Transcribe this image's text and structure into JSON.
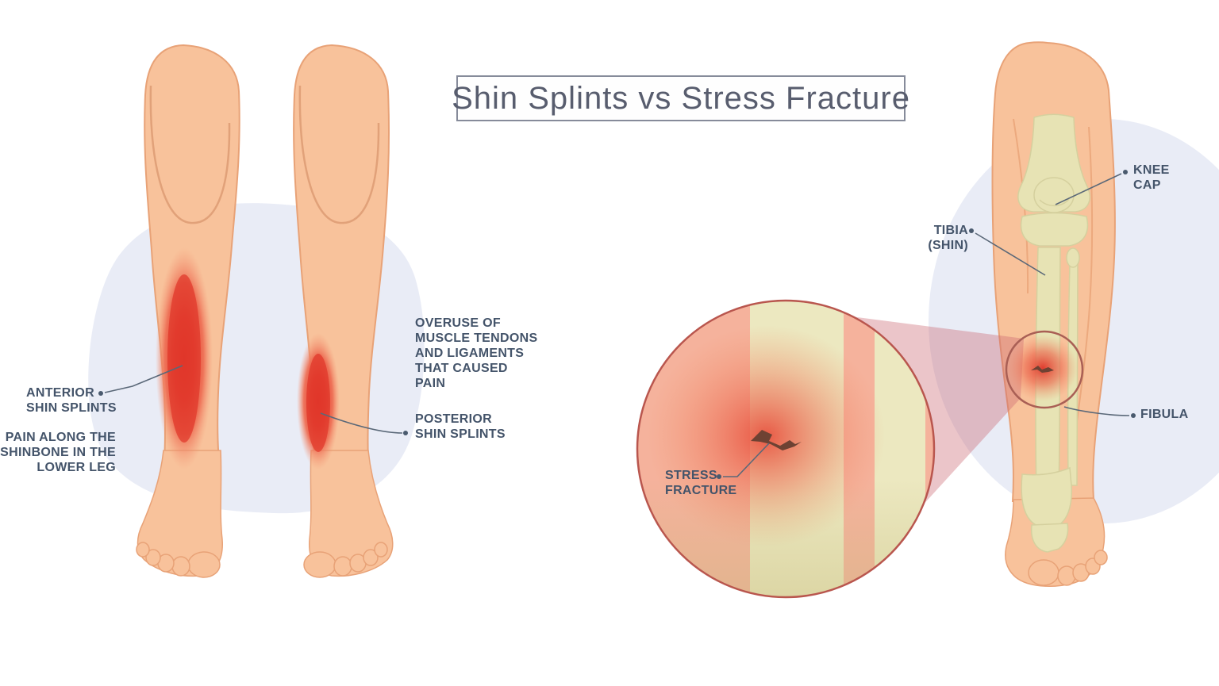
{
  "title": "Shin Splints vs Stress Fracture",
  "left_panel": {
    "anterior_label": "ANTERIOR\nSHIN SPLINTS",
    "pain_label": "PAIN ALONG THE\nSHINBONE IN THE\nLOWER LEG",
    "overuse_label": "OVERUSE OF\nMUSCLE TENDONS\nAND LIGAMENTS\nTHAT CAUSED\nPAIN",
    "posterior_label": "POSTERIOR\nSHIN SPLINTS"
  },
  "right_panel": {
    "knee_cap_label": "KNEE\nCAP",
    "tibia_label": "TIBIA\n(SHIN)",
    "fibula_label": "FIBULA",
    "stress_fracture_label": "STRESS\nFRACTURE"
  },
  "colors": {
    "skin": "#f8c29b",
    "skin_outline": "#e8a277",
    "bone": "#e7e3b4",
    "bone_outline": "#d5d09e",
    "highlight_red": "#e23a2e",
    "background_blob": "#e9ecf6",
    "label_text": "#44546a",
    "title_text": "#585d6e",
    "title_border": "#868b9a",
    "leader_line": "#5a6878",
    "magnifier_border": "#b9564e",
    "magnifier_cone": "rgba(203,103,112,0.38)",
    "crack": "#6e4233"
  }
}
